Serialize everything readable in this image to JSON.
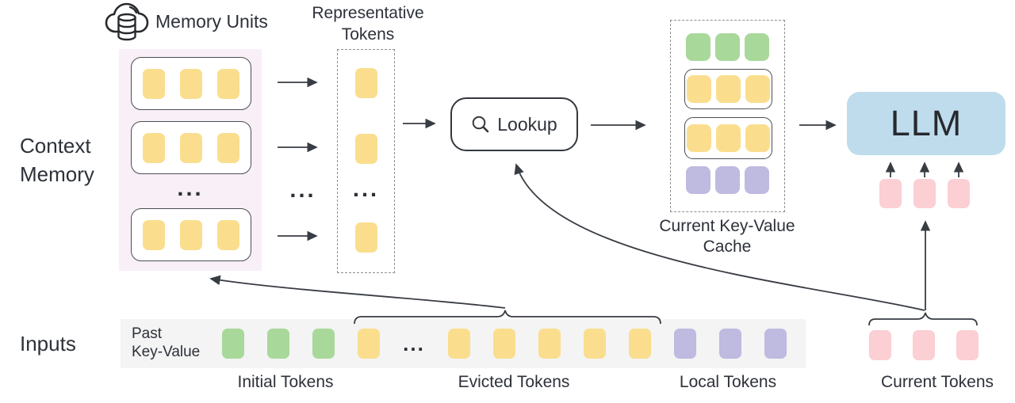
{
  "colors": {
    "yellow": "#FADE8E",
    "green": "#A9D89B",
    "purple": "#BEBAE0",
    "pink": "#FBCFD3",
    "llm_blue": "#BEDCEC",
    "memory_panel_bg": "#F9EFF7",
    "input_strip_bg": "#F3F4F3",
    "line": "#383C43"
  },
  "labels": {
    "context_memory_line1": "Context",
    "context_memory_line2": "Memory",
    "memory_units": "Memory Units",
    "representative_line1": "Representative",
    "representative_line2": "Tokens",
    "lookup": "Lookup",
    "cache_line1": "Current Key-Value",
    "cache_line2": "Cache",
    "llm": "LLM",
    "inputs": "Inputs",
    "past_kv_line1": "Past",
    "past_kv_line2": "Key-Value",
    "initial_tokens": "Initial Tokens",
    "evicted_tokens": "Evicted Tokens",
    "local_tokens": "Local Tokens",
    "current_tokens": "Current Tokens",
    "ellipsis": "..."
  },
  "icons": {
    "memory_units": "cloud-database-icon",
    "lookup": "search-icon"
  },
  "memory": {
    "unit_tokens": {
      "count": 3,
      "color": "yellow"
    }
  },
  "representative": {
    "token": {
      "count": 1,
      "color": "yellow"
    }
  },
  "cache": {
    "rows": [
      {
        "boxed": false,
        "color": "green",
        "count": 3
      },
      {
        "boxed": true,
        "color": "yellow",
        "count": 3
      },
      {
        "boxed": true,
        "color": "yellow",
        "count": 3
      },
      {
        "boxed": false,
        "color": "purple",
        "count": 3
      }
    ]
  },
  "llm": {
    "input_tokens": {
      "count": 3,
      "color": "pink"
    }
  },
  "inputs_row": {
    "initial": {
      "count": 3,
      "color": "green"
    },
    "evicted_left": {
      "count": 1,
      "color": "yellow"
    },
    "evicted_right": {
      "count": 5,
      "color": "yellow"
    },
    "local": {
      "count": 3,
      "color": "purple"
    },
    "current": {
      "count": 3,
      "color": "pink"
    }
  }
}
